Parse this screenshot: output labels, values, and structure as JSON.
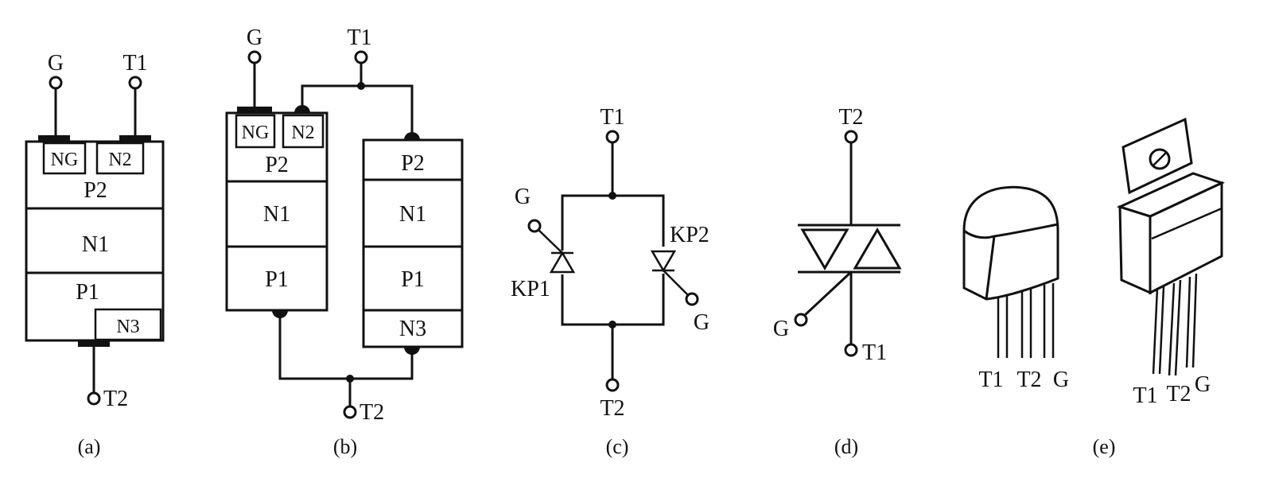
{
  "panel_a": {
    "caption": "(a)",
    "layers": {
      "ng": "NG",
      "n2": "N2",
      "p2": "P2",
      "n1": "N1",
      "p1": "P1",
      "n3": "N3"
    },
    "terminals": {
      "g": "G",
      "t1": "T1",
      "t2": "T2"
    }
  },
  "panel_b": {
    "caption": "(b)",
    "left_stack": {
      "ng": "NG",
      "n2": "N2",
      "p2": "P2",
      "n1": "N1",
      "p1": "P1"
    },
    "right_stack": {
      "p2": "P2",
      "n1": "N1",
      "p1": "P1",
      "n3": "N3"
    },
    "terminals": {
      "g": "G",
      "t1": "T1",
      "t2": "T2"
    }
  },
  "panel_c": {
    "caption": "(c)",
    "terminals": {
      "t1": "T1",
      "t2": "T2",
      "g_left": "G",
      "g_right": "G"
    },
    "devices": {
      "left": "KP1",
      "right": "KP2"
    }
  },
  "panel_d": {
    "caption": "(d)",
    "terminals": {
      "t2": "T2",
      "t1": "T1",
      "g": "G"
    }
  },
  "panel_e": {
    "caption": "(e)",
    "package_small_pins": [
      "T1",
      "T2",
      "G"
    ],
    "package_large_pins": [
      "T1",
      "T2",
      "G"
    ]
  }
}
